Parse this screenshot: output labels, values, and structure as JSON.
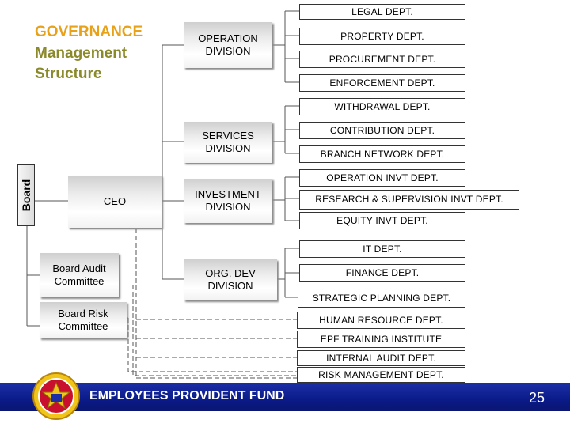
{
  "title": {
    "line1": "GOVERNANCE",
    "line2": "Management",
    "line3": "Structure",
    "colors": {
      "line1": "#e8a21a",
      "rest": "#8a8a2a"
    }
  },
  "board_label": "Board",
  "left_boxes": {
    "ceo": "CEO",
    "audit_committee": "Board Audit\nCommittee",
    "risk_committee": "Board Risk\nCommittee"
  },
  "divisions": {
    "operation": "OPERATION\nDIVISION",
    "services": "SERVICES\nDIVISION",
    "investment": "INVESTMENT\nDIVISION",
    "org_dev": "ORG. DEV\nDIVISION"
  },
  "departments": {
    "legal": "LEGAL DEPT.",
    "property": "PROPERTY DEPT.",
    "procurement": "PROCUREMENT DEPT.",
    "enforcement": "ENFORCEMENT DEPT.",
    "withdrawal": "WITHDRAWAL DEPT.",
    "contribution": "CONTRIBUTION DEPT.",
    "branch_network": "BRANCH NETWORK DEPT.",
    "operation_invt": "OPERATION INVT DEPT.",
    "research": "RESEARCH & SUPERVISION INVT DEPT.",
    "equity_invt": "EQUITY INVT DEPT.",
    "it": "IT  DEPT.",
    "finance": "FINANCE DEPT.",
    "strategic": "STRATEGIC PLANNING DEPT.",
    "human_resource": "HUMAN RESOURCE DEPT.",
    "epf_training": "EPF TRAINING INSTITUTE",
    "internal_audit": "INTERNAL AUDIT DEPT.",
    "risk_management": "RISK MANAGEMENT DEPT."
  },
  "footer": {
    "organization": "EMPLOYEES PROVIDENT FUND",
    "page_number": "25",
    "logo_icon": "epf-crest-icon",
    "colors": {
      "bar": "#0a1a88"
    }
  }
}
